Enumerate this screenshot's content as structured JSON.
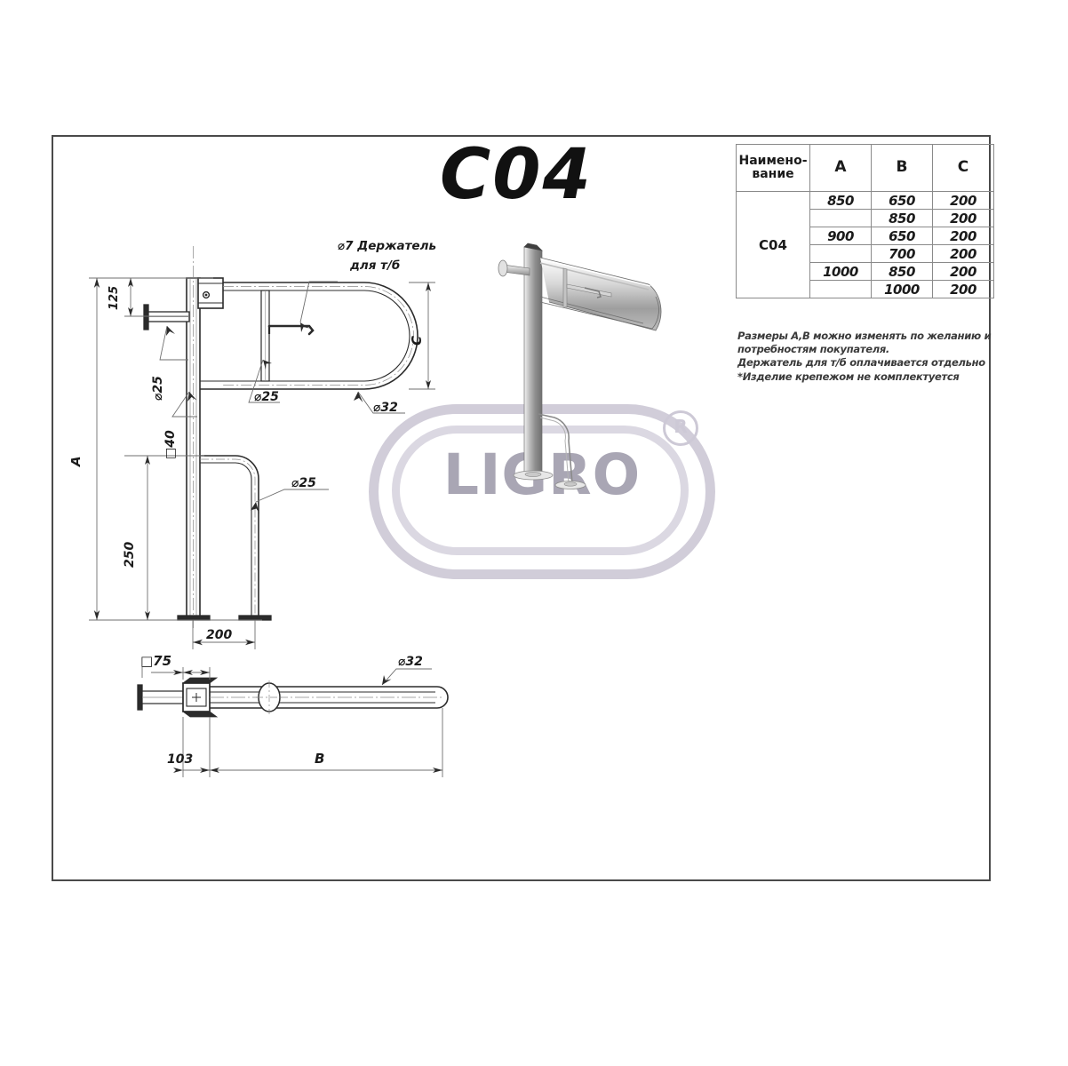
{
  "sheet": {
    "title": "C04",
    "background_color": "#ffffff",
    "frame_color": "#4a4a4a"
  },
  "watermark": {
    "text": "LIGRO",
    "registered_mark": "R",
    "color": "#a9a6b4",
    "ring_color": "#cdc9d6"
  },
  "spec_table": {
    "headers": [
      "Наимено-\nвание",
      "A",
      "B",
      "C"
    ],
    "header_name": "Наимено-",
    "header_name2": "вание",
    "header_a": "A",
    "header_b": "B",
    "header_c": "C",
    "model": "C04",
    "rows": [
      {
        "a": "850",
        "b": "650",
        "c": "200"
      },
      {
        "a": "",
        "b": "850",
        "c": "200"
      },
      {
        "a": "900",
        "b": "650",
        "c": "200"
      },
      {
        "a": "",
        "b": "700",
        "c": "200"
      },
      {
        "a": "1000",
        "b": "850",
        "c": "200"
      },
      {
        "a": "",
        "b": "1000",
        "c": "200"
      }
    ]
  },
  "notes": {
    "line1": "Размеры А,В можно изменять по желанию и",
    "line2": "потребностям покупателя.",
    "line3": "Держатель для т/б оплачивается отдельно",
    "line4": "*Изделие крепежом не комплектуется"
  },
  "front_view": {
    "label_holder_1": "⌀7 Держатель",
    "label_holder_2": "для т/б",
    "dim_125": "125",
    "dim_a": "A",
    "dim_250": "250",
    "dim_200": "200",
    "dim_c": "C",
    "lbl_d25_left": "⌀25",
    "lbl_sq40": "□40",
    "lbl_d25_mid": "⌀25",
    "lbl_d32": "⌀32",
    "lbl_d25_leg": "⌀25"
  },
  "top_view": {
    "lbl_sq75": "□75",
    "dim_103": "103",
    "dim_b": "B",
    "lbl_d32": "⌀32"
  }
}
